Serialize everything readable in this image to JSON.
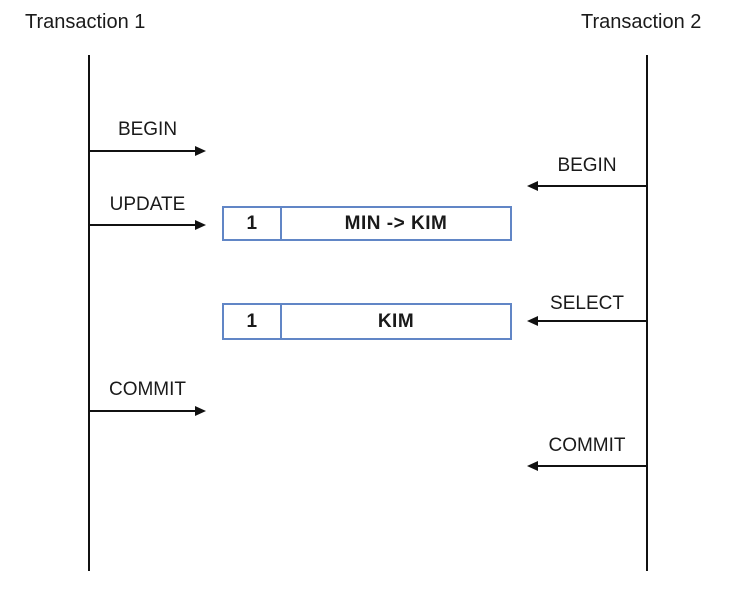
{
  "lanes": {
    "left": {
      "title": "Transaction 1",
      "ops": {
        "begin": "BEGIN",
        "update": "UPDATE",
        "commit": "COMMIT"
      }
    },
    "right": {
      "title": "Transaction 2",
      "ops": {
        "begin": "BEGIN",
        "select": "SELECT",
        "commit": "COMMIT"
      }
    }
  },
  "tables": {
    "update_result": {
      "id": "1",
      "value": "MIN -> KIM"
    },
    "select_result": {
      "id": "1",
      "value": "KIM"
    }
  },
  "colors": {
    "line": "#111111",
    "text": "#1a1a1a",
    "table_border": "#6186c6",
    "background": "#ffffff"
  }
}
